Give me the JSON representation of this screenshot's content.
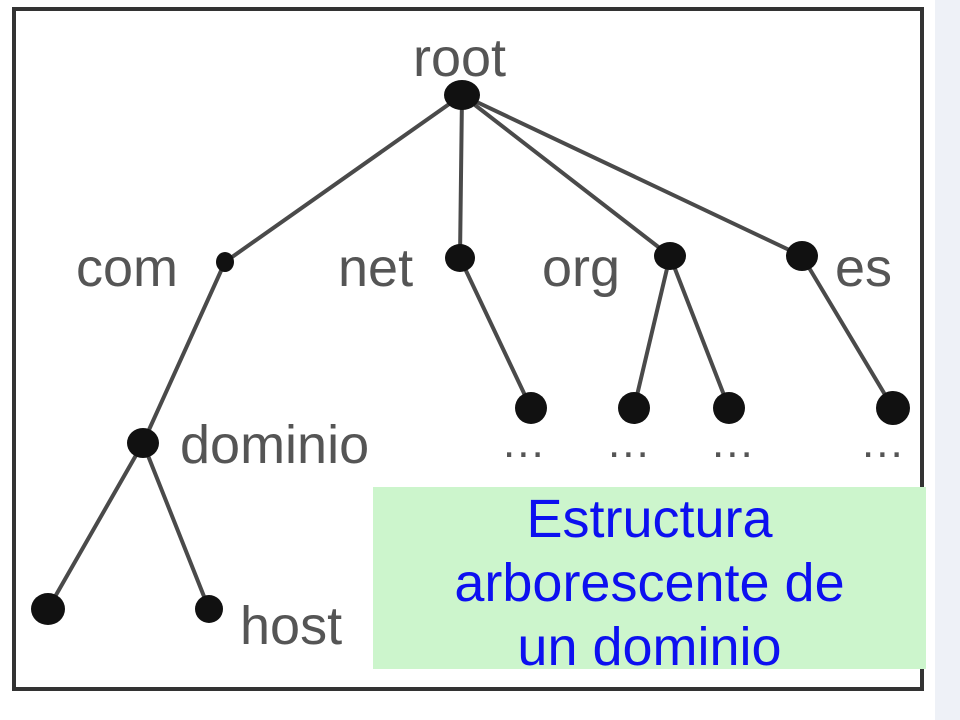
{
  "tree": {
    "root_label": "root",
    "level1": {
      "com": "com",
      "net": "net",
      "org": "org",
      "es": "es"
    },
    "level2": {
      "dominio": "dominio",
      "net_child": "...",
      "org_child_1": "...",
      "org_child_2": "...",
      "es_child": "..."
    },
    "level3": {
      "host": "host"
    }
  },
  "caption": {
    "line1": "Estructura",
    "line2": "arborescente de",
    "line3": "un dominio"
  },
  "colors": {
    "caption_background": "#ccf5cc",
    "caption_text": "#0d10f0",
    "frame": "#333333",
    "node": "#111111"
  }
}
